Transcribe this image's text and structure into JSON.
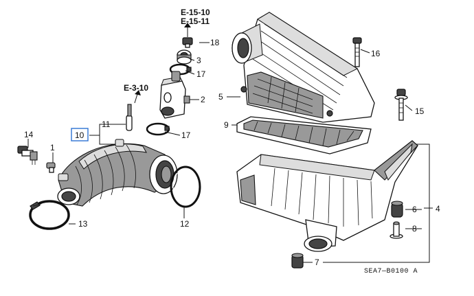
{
  "refs": {
    "e15_10": "E-15-10",
    "e15_11": "E-15-11",
    "e3_10": "E-3-10"
  },
  "callouts": {
    "c1": "1",
    "c2": "2",
    "c3": "3",
    "c4": "4",
    "c5": "5",
    "c6": "6",
    "c7": "7",
    "c8": "8",
    "c9": "9",
    "c10": "10",
    "c11": "11",
    "c12": "12",
    "c13": "13",
    "c14": "14",
    "c15": "15",
    "c16": "16",
    "c17a": "17",
    "c17b": "17",
    "c18": "18"
  },
  "diagram_code": "SEA7—B0100 A",
  "colors": {
    "highlight_box": "#3a7bd5",
    "ink": "#111111"
  }
}
